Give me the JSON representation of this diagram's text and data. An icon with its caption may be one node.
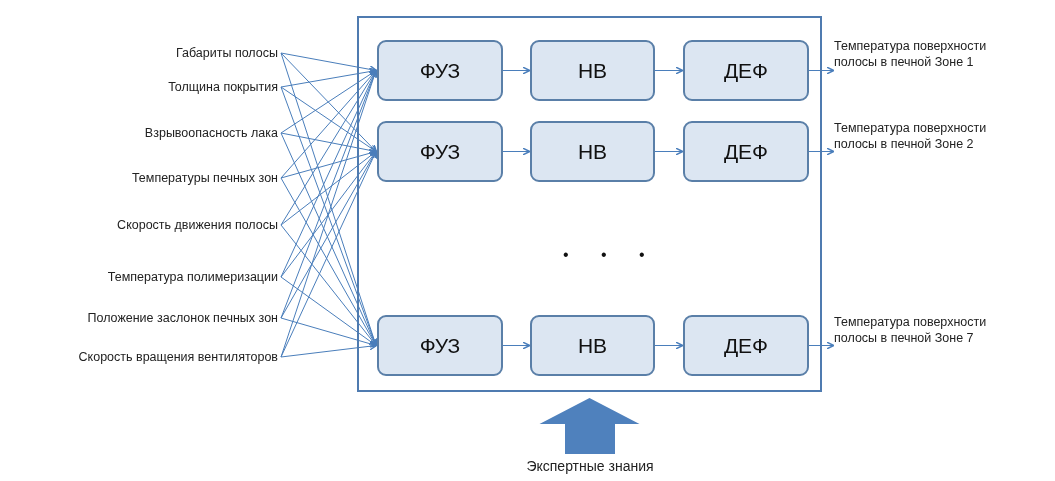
{
  "diagram": {
    "nodes": [
      {
        "text": [],
        "shape": "box"
      },
      {
        "text": [
          "Габариты полосы"
        ]
      },
      {
        "text": [
          "Толщина покрытия"
        ]
      },
      {
        "text": [
          "Взрывоопасность лака"
        ]
      },
      {
        "text": [
          "Температуры печных зон"
        ]
      },
      {
        "text": [
          "Скорость движения полосы"
        ]
      },
      {
        "text": [
          "Температура полимеризации"
        ]
      },
      {
        "text": [
          "Положение заслонок печных зон"
        ]
      },
      {
        "text": [
          "Скорость вращения вентиляторов"
        ]
      },
      {
        "text": [
          "ФУЗ"
        ],
        "in": 0
      },
      {
        "text": [
          "НВ"
        ],
        "in": 0
      },
      {
        "text": [
          "ДЕФ"
        ],
        "in": 0
      },
      {
        "text": [
          "ФУЗ"
        ],
        "in": 0
      },
      {
        "text": [
          "НВ"
        ],
        "in": 0
      },
      {
        "text": [
          "ДЕФ"
        ],
        "in": 0
      },
      {
        "text": [
          "ФУЗ"
        ],
        "in": 0
      },
      {
        "text": [
          "НВ"
        ],
        "in": 0
      },
      {
        "text": [
          "ДЕФ"
        ],
        "in": 0
      },
      {
        "text": [
          "Температура поверхности полосы в печной Зоне 1"
        ]
      },
      {
        "text": [
          "Температура поверхности полосы в печной Зоне 2"
        ]
      },
      {
        "text": [
          "Температура поверхности полосы в печной Зоне 7"
        ]
      },
      {
        "text": [
          "Экспертные знания"
        ]
      }
    ],
    "edges": [
      {
        "from": 1,
        "to": 9,
        "arrow": "to"
      },
      {
        "from": 1,
        "to": 12,
        "arrow": "to"
      },
      {
        "from": 1,
        "to": 15,
        "arrow": "to"
      },
      {
        "from": 2,
        "to": 9,
        "arrow": "to"
      },
      {
        "from": 2,
        "to": 12,
        "arrow": "to"
      },
      {
        "from": 2,
        "to": 15,
        "arrow": "to"
      },
      {
        "from": 3,
        "to": 9,
        "arrow": "to"
      },
      {
        "from": 3,
        "to": 12,
        "arrow": "to"
      },
      {
        "from": 3,
        "to": 15,
        "arrow": "to"
      },
      {
        "from": 4,
        "to": 9,
        "arrow": "to"
      },
      {
        "from": 4,
        "to": 12,
        "arrow": "to"
      },
      {
        "from": 4,
        "to": 15,
        "arrow": "to"
      },
      {
        "from": 5,
        "to": 9,
        "arrow": "to"
      },
      {
        "from": 5,
        "to": 12,
        "arrow": "to"
      },
      {
        "from": 5,
        "to": 15,
        "arrow": "to"
      },
      {
        "from": 6,
        "to": 9,
        "arrow": "to"
      },
      {
        "from": 6,
        "to": 12,
        "arrow": "to"
      },
      {
        "from": 6,
        "to": 15,
        "arrow": "to"
      },
      {
        "from": 7,
        "to": 9,
        "arrow": "to"
      },
      {
        "from": 7,
        "to": 12,
        "arrow": "to"
      },
      {
        "from": 7,
        "to": 15,
        "arrow": "to"
      },
      {
        "from": 8,
        "to": 9,
        "arrow": "to"
      },
      {
        "from": 8,
        "to": 12,
        "arrow": "to"
      },
      {
        "from": 8,
        "to": 15,
        "arrow": "to"
      },
      {
        "from": 9,
        "to": 10,
        "arrow": "to"
      },
      {
        "from": 10,
        "to": 11,
        "arrow": "to"
      },
      {
        "from": 12,
        "to": 13,
        "arrow": "to"
      },
      {
        "from": 13,
        "to": 14,
        "arrow": "to"
      },
      {
        "from": 15,
        "to": 16,
        "arrow": "to"
      },
      {
        "from": 16,
        "to": 17,
        "arrow": "to"
      },
      {
        "from": 11,
        "to": 18,
        "arrow": "to"
      },
      {
        "from": 14,
        "to": 19,
        "arrow": "to"
      },
      {
        "from": 17,
        "to": 20,
        "arrow": "to"
      },
      {
        "from": 21,
        "to": 0,
        "arrow": "to",
        "style": "thick"
      }
    ],
    "labels": [
      "• • •"
    ]
  }
}
